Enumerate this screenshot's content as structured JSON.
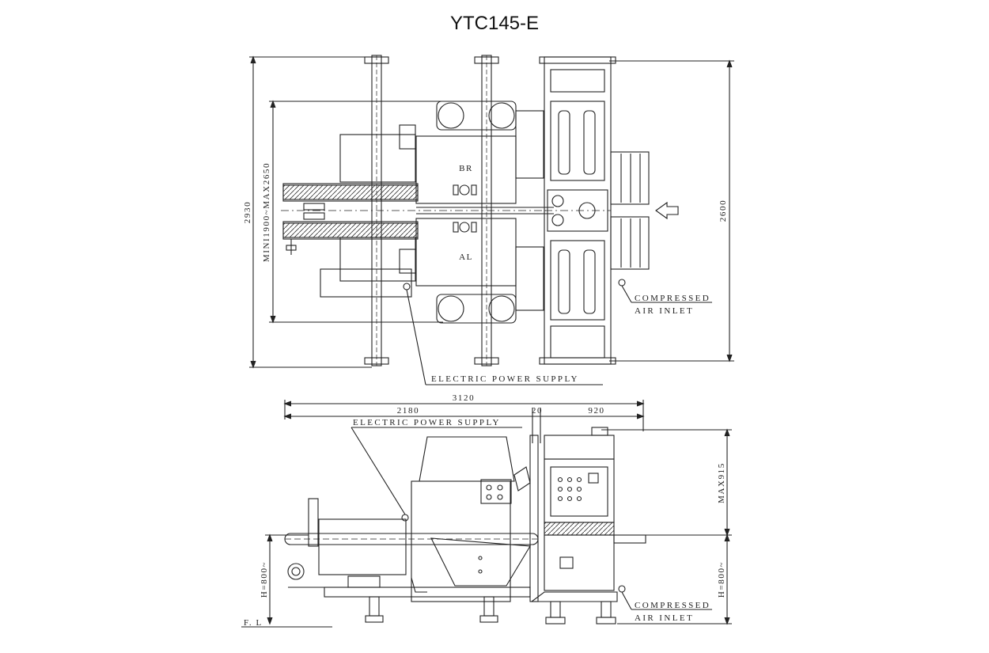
{
  "title": "YTC145-E",
  "plan_view": {
    "height_label": "2930",
    "adjust_label": "MINI1900~MAX2650",
    "right_label": "2600",
    "head_top": "BR",
    "head_bottom": "AL",
    "power_label": "ELECTRIC POWER SUPPLY",
    "air_label_1": "COMPRESSED",
    "air_label_2": "AIR INLET"
  },
  "side_view": {
    "overall_width": "3120",
    "left_width": "2180",
    "gap_width": "20",
    "right_width": "920",
    "power_label": "ELECTRIC POWER SUPPLY",
    "max_height": "MAX915",
    "left_height": "H=800~",
    "right_height": "H=800~",
    "floor_label": "F. L",
    "air_label_1": "COMPRESSED",
    "air_label_2": "AIR INLET"
  },
  "colors": {
    "line": "#222222",
    "background": "#ffffff"
  }
}
